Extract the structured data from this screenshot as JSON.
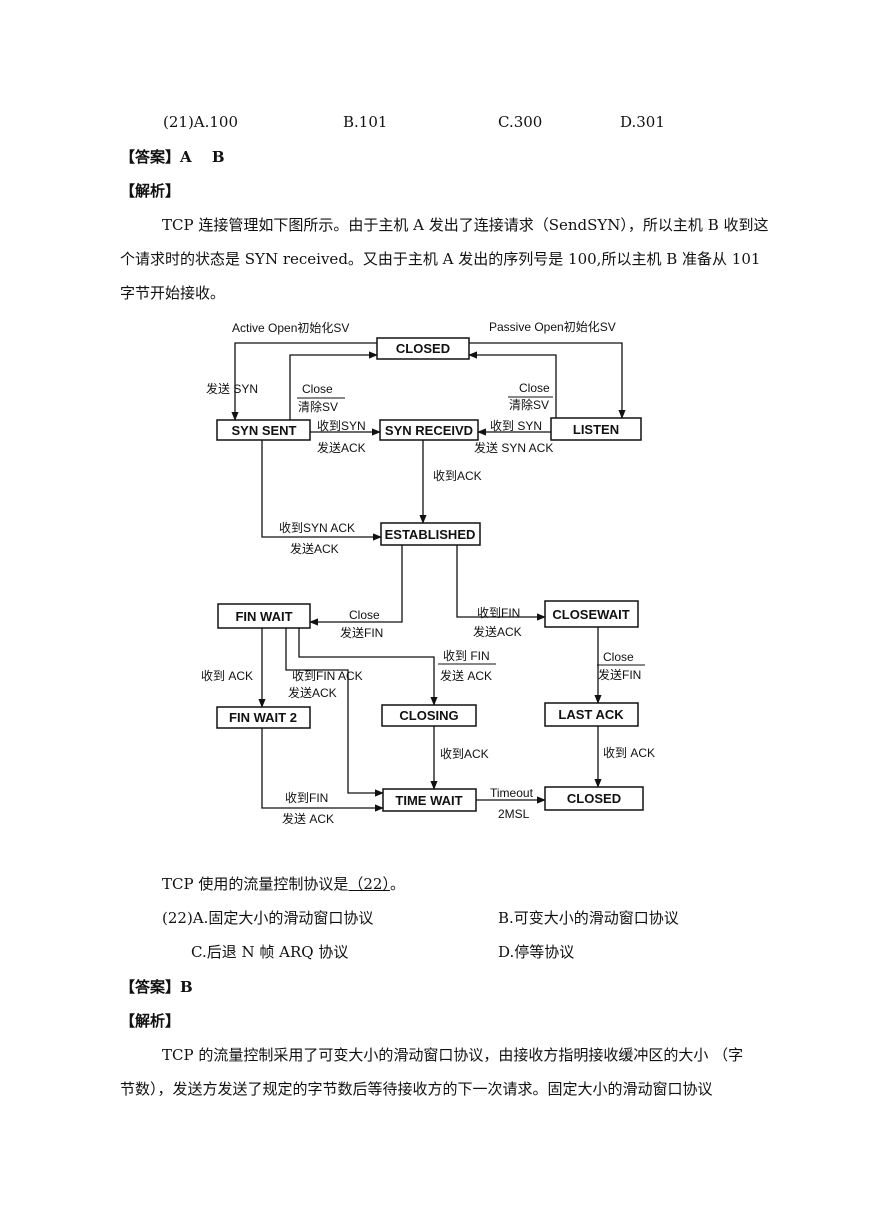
{
  "q21": {
    "options": [
      "(21)A.100",
      "B.101",
      "C.300",
      "D.301"
    ],
    "answer": "【答案】A　 B",
    "analysis_heading": "【解析】",
    "analysis": [
      "TCP 连接管理如下图所示。由于主机 A 发出了连接请求（SendSYN），所以主机 B 收到这",
      "个请求时的状态是 SYN received。又由于主机 A 发出的序列号是 100,所以主机 B 准备从 101",
      "字节开始接收。"
    ]
  },
  "diagram": {
    "states": {
      "closed_top": "CLOSED",
      "syn_sent": "SYN SENT",
      "syn_received": "SYN RECEIVD",
      "listen": "LISTEN",
      "established": "ESTABLISHED",
      "fin_wait": "FIN WAIT",
      "close_wait": "CLOSEWAIT",
      "fin_wait2": "FIN WAIT 2",
      "closing": "CLOSING",
      "last_ack": "LAST ACK",
      "time_wait": "TIME WAIT",
      "closed_bottom": "CLOSED"
    },
    "labels": {
      "active_open": "Active Open初始化SV",
      "passive_open": "Passive Open初始化SV",
      "send_syn": "发送 SYN",
      "close_left": "Close",
      "clear_sv_left": "清除SV",
      "close_right": "Close",
      "clear_sv_right": "清除SV",
      "recv_syn_1": "收到SYN",
      "send_ack_1": "发送ACK",
      "recv_syn_2": "收到 SYN",
      "send_syn_ack": "发送 SYN ACK",
      "recv_ack_1": "收到ACK",
      "recv_syn_ack": "收到SYN ACK",
      "send_ack_2": "发送ACK",
      "close_mid": "Close",
      "send_fin_1": "发送FIN",
      "recv_fin_1": "收到FIN",
      "send_ack_3": "发送ACK",
      "recv_ack_2": "收到 ACK",
      "recv_fin_ack": "收到FIN ACK",
      "send_ack_4": "发送ACK",
      "recv_fin_2": "收到 FIN",
      "send_ack_5": "发送 ACK",
      "close_cw": "Close",
      "send_fin_2": "发送FIN",
      "recv_ack_3": "收到ACK",
      "recv_ack_4": "收到 ACK",
      "recv_fin_3": "收到FIN",
      "send_ack_6": "发送 ACK",
      "timeout": "Timeout",
      "two_msl": "2MSL"
    }
  },
  "q22": {
    "question_prefix": "TCP 使用的流量控制协议是",
    "question_blank": "（22）",
    "question_suffix": "。",
    "options": [
      "(22)A.固定大小的滑动窗口协议",
      "B.可变大小的滑动窗口协议",
      "C.后退 N 帧 ARQ 协议",
      "D.停等协议"
    ],
    "answer": "【答案】B",
    "analysis_heading": "【解析】",
    "analysis": [
      "TCP 的流量控制采用了可变大小的滑动窗口协议，由接收方指明接收缓冲区的大小 （字",
      "节数），发送方发送了规定的字节数后等待接收方的下一次请求。固定大小的滑动窗口协议"
    ]
  }
}
